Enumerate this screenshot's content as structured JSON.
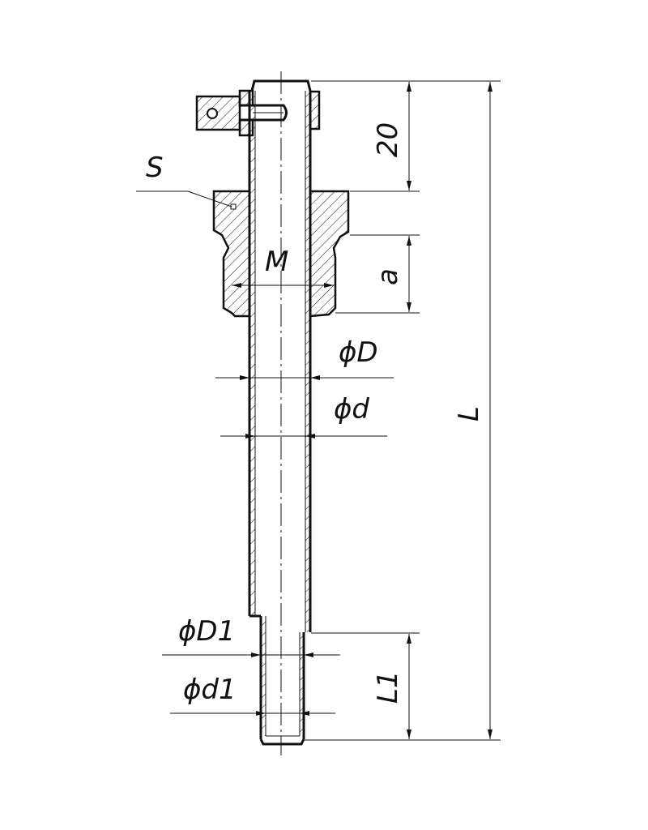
{
  "drawing": {
    "labels": {
      "S": "S",
      "M": "M",
      "a": "a",
      "dim20": "20",
      "phiD": "ϕD",
      "phid": "ϕd",
      "L": "L",
      "phiD1": "ϕD1",
      "phid1": "ϕd1",
      "L1": "L1"
    },
    "colors": {
      "ink": "#111111",
      "background": "#ffffff"
    }
  }
}
